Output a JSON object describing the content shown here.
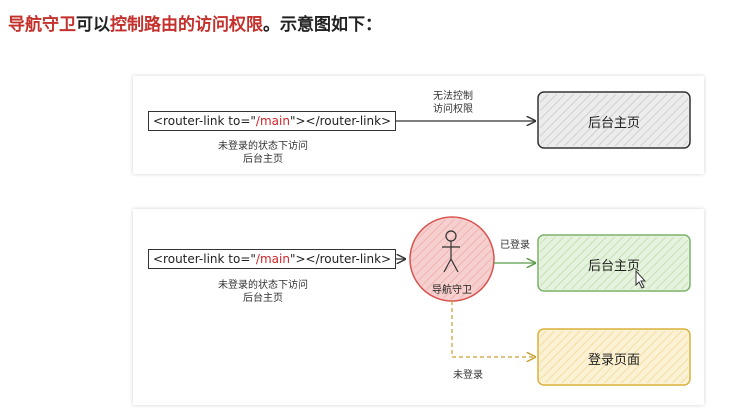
{
  "heading": {
    "prefix": "导航守卫",
    "middle1": "可以",
    "highlight": "控制路由的访问权限",
    "suffix": "。示意图如下："
  },
  "diagram1": {
    "code_prefix": "<router-link to=\"",
    "code_route": "/main",
    "code_suffix": "\"></router-link>",
    "arrow_note_line1": "无法控制",
    "arrow_note_line2": "访问权限",
    "below_note_line1": "未登录的状态下访问",
    "below_note_line2": "后台主页",
    "target_label": "后台主页"
  },
  "diagram2": {
    "code_prefix": "<router-link to=\"",
    "code_route": "/main",
    "code_suffix": "\"></router-link>",
    "below_note_line1": "未登录的状态下访问",
    "below_note_line2": "后台主页",
    "guard_label": "导航守卫",
    "logged_in_label": "已登录",
    "not_logged_in_label": "未登录",
    "target_main": "后台主页",
    "target_login": "登录页面"
  },
  "colors": {
    "highlight": "#c4302b",
    "route": "#d0252a",
    "guard_stroke": "#d9534f",
    "guard_fill": "#f6cfcf",
    "green_stroke": "#7cb26a",
    "green_fill": "#e5f2dd",
    "yellow_stroke": "#d9b13b",
    "yellow_fill": "#fbf1d4",
    "gray_fill": "#ececec"
  }
}
